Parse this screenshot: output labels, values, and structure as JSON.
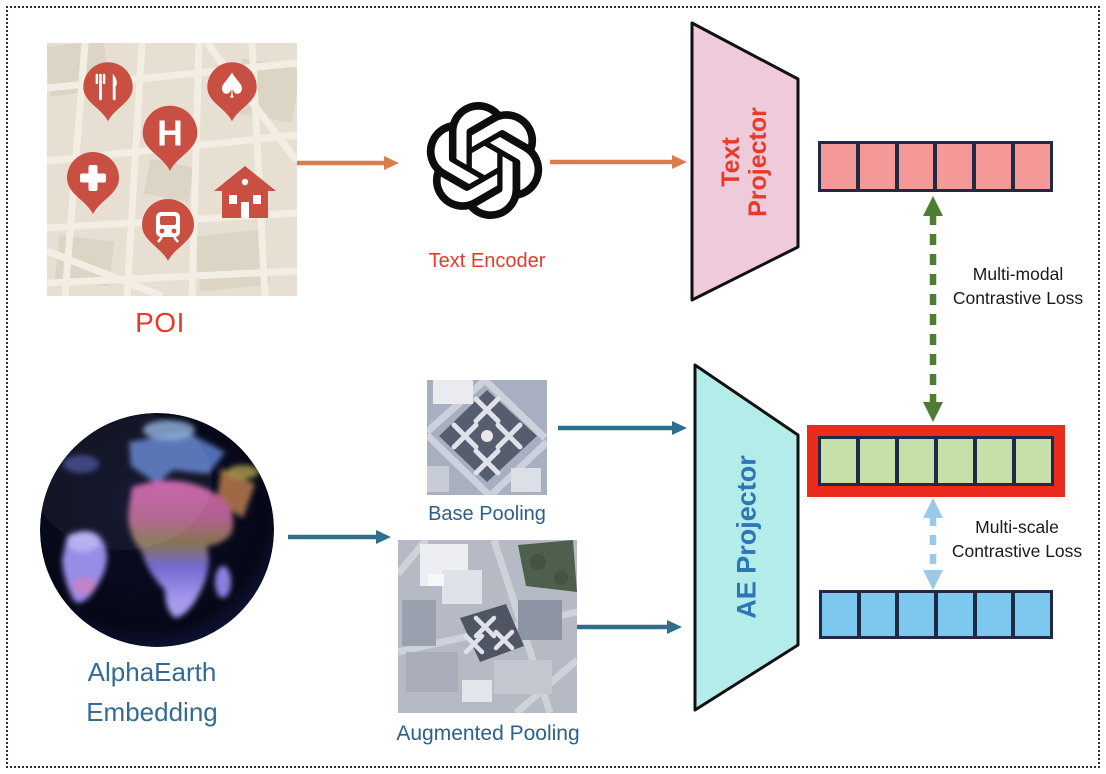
{
  "canvas": {
    "background": "#ffffff",
    "border_color": "#22304a"
  },
  "poi": {
    "label": "POI",
    "color": "#e8392b"
  },
  "text_encoder": {
    "label": "Text Encoder",
    "color": "#e8392b",
    "logo_icon": "openai-logo"
  },
  "projectors": {
    "text": {
      "label": "Text Projector",
      "fill": "#eecada",
      "text_color": "#e8392b",
      "stroke": "#111111"
    },
    "ae": {
      "label": "AE Projector",
      "fill": "#b4ecea",
      "text_color": "#2e75b6",
      "stroke": "#111111"
    }
  },
  "alphaearth": {
    "label": "AlphaEarth Embedding",
    "color": "#356b93"
  },
  "pooling": {
    "base": {
      "label": "Base Pooling",
      "color": "#2d5f8a"
    },
    "augmented": {
      "label": "Augmented Pooling",
      "color": "#2d5f8a"
    }
  },
  "losses": {
    "multimodal": {
      "label": "Multi-modal Contrastive Loss",
      "color": "#1a1a1a",
      "arrow_color": "#4e7d32"
    },
    "multiscale": {
      "label": "Multi-scale Contrastive Loss",
      "color": "#1a1a1a",
      "arrow_color": "#9cc9e9"
    }
  },
  "vectors": {
    "text_embedding": {
      "cells": 6,
      "fill": "#f49898",
      "border": "#1f2b45"
    },
    "ae_embedding": {
      "cells": 6,
      "fill": "#c5e0a8",
      "border": "#1f2b45",
      "highlight_frame": "#ea2b1e"
    },
    "augmented_embedding": {
      "cells": 6,
      "fill": "#7cc8ef",
      "border": "#1f2b45"
    }
  },
  "arrows": {
    "text_flow": "#d97e4a",
    "ae_flow": "#2e6f8e"
  },
  "map_pins": [
    "restaurant",
    "spade",
    "hospital-h",
    "medical-cross",
    "house",
    "train"
  ]
}
